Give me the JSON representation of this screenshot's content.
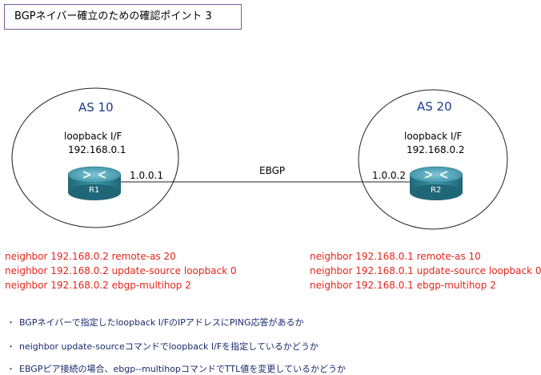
{
  "title": "BGPネイバー確立のための確認ポイント 3",
  "left_as": {
    "as_label": "AS 10",
    "loopback_label": "loopback I/F",
    "loopback_ip": "192.168.0.1",
    "router_name": "R1",
    "interface_ip": "1.0.0.1",
    "commands": [
      "neighbor 192.168.0.2 remote-as 20",
      "neighbor 192.168.0.2 update-source loopback 0",
      "neighbor 192.168.0.2 ebgp-multihop 2"
    ]
  },
  "right_as": {
    "as_label": "AS 20",
    "loopback_label": "loopback I/F",
    "loopback_ip": "192.168.0.2",
    "router_name": "R2",
    "interface_ip": "1.0.0.2",
    "commands": [
      "neighbor 192.168.0.1 remote-as 10",
      "neighbor 192.168.0.1 update-source loopback 0",
      "neighbor 192.168.0.1 ebgp-multihop 2"
    ]
  },
  "link_label": "EBGP",
  "bullet": "・",
  "notes": [
    "BGPネイバーで指定したloopback I/FのIPアドレスにPING応答があるか",
    "neighbor update-sourceコマンドでloopback I/Fを指定しているかどうか",
    "EBGPピア接続の場合、ebgp--multihopコマンドでTTL値を変更しているかどうか"
  ],
  "colors": {
    "command_text": "#e2261c",
    "note_text": "#1a2a6c",
    "as_label": "#1a3c8c",
    "router_body": "#2d7f92"
  }
}
